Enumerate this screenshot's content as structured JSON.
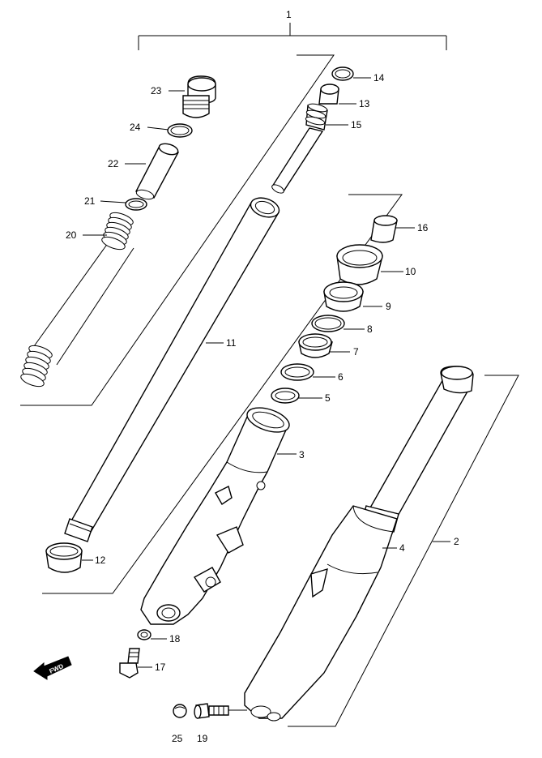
{
  "callouts": {
    "c1": "1",
    "c2": "2",
    "c3": "3",
    "c4": "4",
    "c5": "5",
    "c6": "6",
    "c7": "7",
    "c8": "8",
    "c9": "9",
    "c10": "10",
    "c11": "11",
    "c12": "12",
    "c13": "13",
    "c14": "14",
    "c15": "15",
    "c16": "16",
    "c17": "17",
    "c18": "18",
    "c19": "19",
    "c20": "20",
    "c21": "21",
    "c22": "22",
    "c23": "23",
    "c24": "24",
    "c25": "25"
  },
  "fwd_arrow": {
    "label": "FWD",
    "icon": "forward-arrow-icon"
  }
}
